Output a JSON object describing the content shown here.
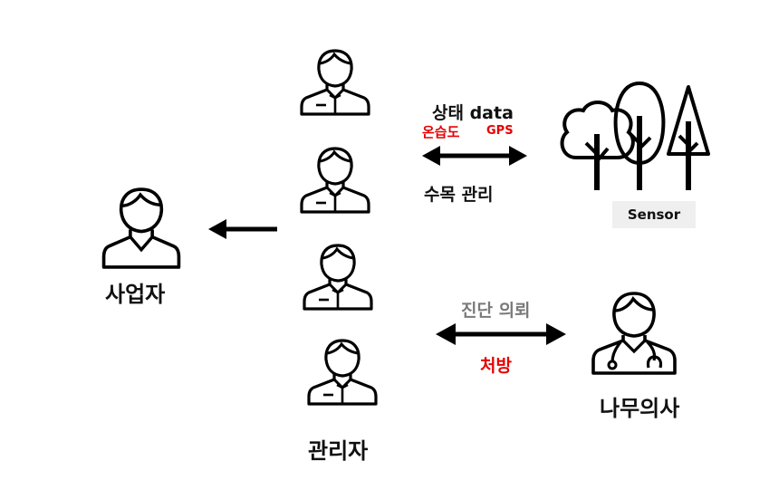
{
  "labels": {
    "business_owner": "사업자",
    "manager": "관리자",
    "tree_doctor": "나무의사",
    "sensor": "Sensor",
    "status_data": "상태 data",
    "humidity": "온습도",
    "gps": "GPS",
    "tree_management": "수목 관리",
    "diagnosis_request": "진단 의뢰",
    "prescription": "처방"
  },
  "colors": {
    "red": "#e60000",
    "gray_text": "#7a7a7a",
    "sensor_bg": "#efefef"
  }
}
